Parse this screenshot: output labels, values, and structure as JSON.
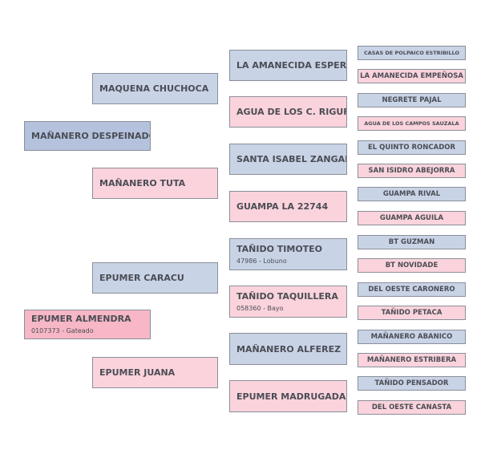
{
  "pedigree": {
    "subject": {
      "name": "MAÑANERO DESPEINADO",
      "sex": "m",
      "color": "dark"
    },
    "sire": {
      "name": "MAQUENA CHUCHOCA",
      "sex": "m",
      "color": "normal"
    },
    "dam": {
      "name": "MAÑANERO TUTA",
      "sex": "f",
      "color": "normal"
    },
    "sire_sire": {
      "name": "LA AMANECIDA ESPERANDO",
      "sex": "m"
    },
    "sire_dam": {
      "name": "AGUA DE LOS C. RIGUROSA II",
      "sex": "f"
    },
    "dam_sire": {
      "name": "SANTA ISABEL ZANGANO",
      "sex": "m"
    },
    "dam_dam": {
      "name": "GUAMPA LA 22744",
      "sex": "f"
    },
    "gen4_top": [
      {
        "name": "CASAS DE POLPAICO ESTRIBILLO",
        "sex": "m",
        "size": "tiny"
      },
      {
        "name": "LA AMANECIDA EMPEÑOSA",
        "sex": "f"
      },
      {
        "name": "NEGRETE PAJAL",
        "sex": "m"
      },
      {
        "name": "AGUA DE LOS CAMPOS SAUZALA",
        "sex": "f",
        "size": "tiny"
      },
      {
        "name": "EL QUINTO RONCADOR",
        "sex": "m"
      },
      {
        "name": "SAN ISIDRO ABEJORRA",
        "sex": "f"
      },
      {
        "name": "GUAMPA RIVAL",
        "sex": "m"
      },
      {
        "name": "GUAMPA AGUILA",
        "sex": "f"
      }
    ],
    "subject2": {
      "name": "EPUMER ALMENDRA",
      "sub": "0107373 - Gateado",
      "sex": "f",
      "color": "dark"
    },
    "sire2": {
      "name": "EPUMER CARACU",
      "sex": "m"
    },
    "dam2": {
      "name": "EPUMER JUANA",
      "sex": "f"
    },
    "sire2_sire": {
      "name": "TAÑIDO TIMOTEO",
      "sub": "47986 - Lobuno",
      "sex": "m"
    },
    "sire2_dam": {
      "name": "TAÑIDO TAQUILLERA",
      "sub": "058360 - Bayo",
      "sex": "f"
    },
    "dam2_sire": {
      "name": "MAÑANERO ALFEREZ",
      "sex": "m"
    },
    "dam2_dam": {
      "name": "EPUMER MADRUGADA",
      "sex": "f"
    },
    "gen4_bottom": [
      {
        "name": "BT GUZMAN",
        "sex": "m"
      },
      {
        "name": "BT NOVIDADE",
        "sex": "f"
      },
      {
        "name": "DEL OESTE CARONERO",
        "sex": "m"
      },
      {
        "name": "TAÑIDO PETACA",
        "sex": "f"
      },
      {
        "name": "MAÑANERO ABANICO",
        "sex": "m"
      },
      {
        "name": "MAÑANERO ESTRIBERA",
        "sex": "f"
      },
      {
        "name": "TAÑIDO PENSADOR",
        "sex": "m"
      },
      {
        "name": "DEL OESTE CANASTA",
        "sex": "f"
      }
    ]
  }
}
